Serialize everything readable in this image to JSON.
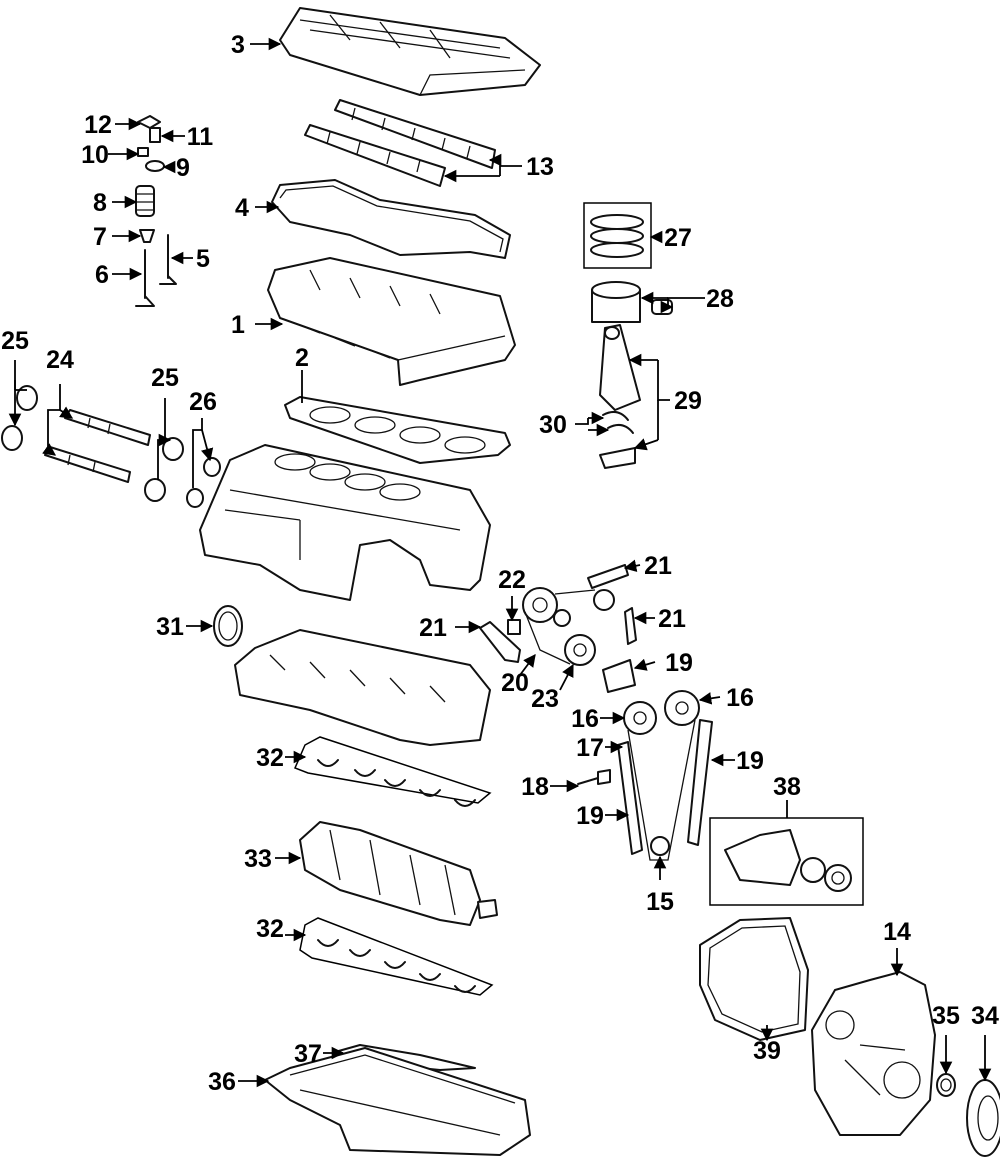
{
  "callouts": [
    {
      "id": "c1",
      "label": "1"
    },
    {
      "id": "c2",
      "label": "2"
    },
    {
      "id": "c3",
      "label": "3"
    },
    {
      "id": "c4",
      "label": "4"
    },
    {
      "id": "c5",
      "label": "5"
    },
    {
      "id": "c6",
      "label": "6"
    },
    {
      "id": "c7",
      "label": "7"
    },
    {
      "id": "c8",
      "label": "8"
    },
    {
      "id": "c9",
      "label": "9"
    },
    {
      "id": "c10",
      "label": "10"
    },
    {
      "id": "c11",
      "label": "11"
    },
    {
      "id": "c12",
      "label": "12"
    },
    {
      "id": "c13",
      "label": "13"
    },
    {
      "id": "c14",
      "label": "14"
    },
    {
      "id": "c15",
      "label": "15"
    },
    {
      "id": "c16a",
      "label": "16"
    },
    {
      "id": "c16b",
      "label": "16"
    },
    {
      "id": "c17",
      "label": "17"
    },
    {
      "id": "c18",
      "label": "18"
    },
    {
      "id": "c19a",
      "label": "19"
    },
    {
      "id": "c19b",
      "label": "19"
    },
    {
      "id": "c19c",
      "label": "19"
    },
    {
      "id": "c20",
      "label": "20"
    },
    {
      "id": "c21a",
      "label": "21"
    },
    {
      "id": "c21b",
      "label": "21"
    },
    {
      "id": "c21c",
      "label": "21"
    },
    {
      "id": "c22",
      "label": "22"
    },
    {
      "id": "c23",
      "label": "23"
    },
    {
      "id": "c24",
      "label": "24"
    },
    {
      "id": "c25a",
      "label": "25"
    },
    {
      "id": "c25b",
      "label": "25"
    },
    {
      "id": "c26",
      "label": "26"
    },
    {
      "id": "c27",
      "label": "27"
    },
    {
      "id": "c28",
      "label": "28"
    },
    {
      "id": "c29",
      "label": "29"
    },
    {
      "id": "c30",
      "label": "30"
    },
    {
      "id": "c31",
      "label": "31"
    },
    {
      "id": "c32a",
      "label": "32"
    },
    {
      "id": "c32b",
      "label": "32"
    },
    {
      "id": "c33",
      "label": "33"
    },
    {
      "id": "c34",
      "label": "34"
    },
    {
      "id": "c35",
      "label": "35"
    },
    {
      "id": "c36",
      "label": "36"
    },
    {
      "id": "c37",
      "label": "37"
    },
    {
      "id": "c38",
      "label": "38"
    },
    {
      "id": "c39",
      "label": "39"
    }
  ]
}
